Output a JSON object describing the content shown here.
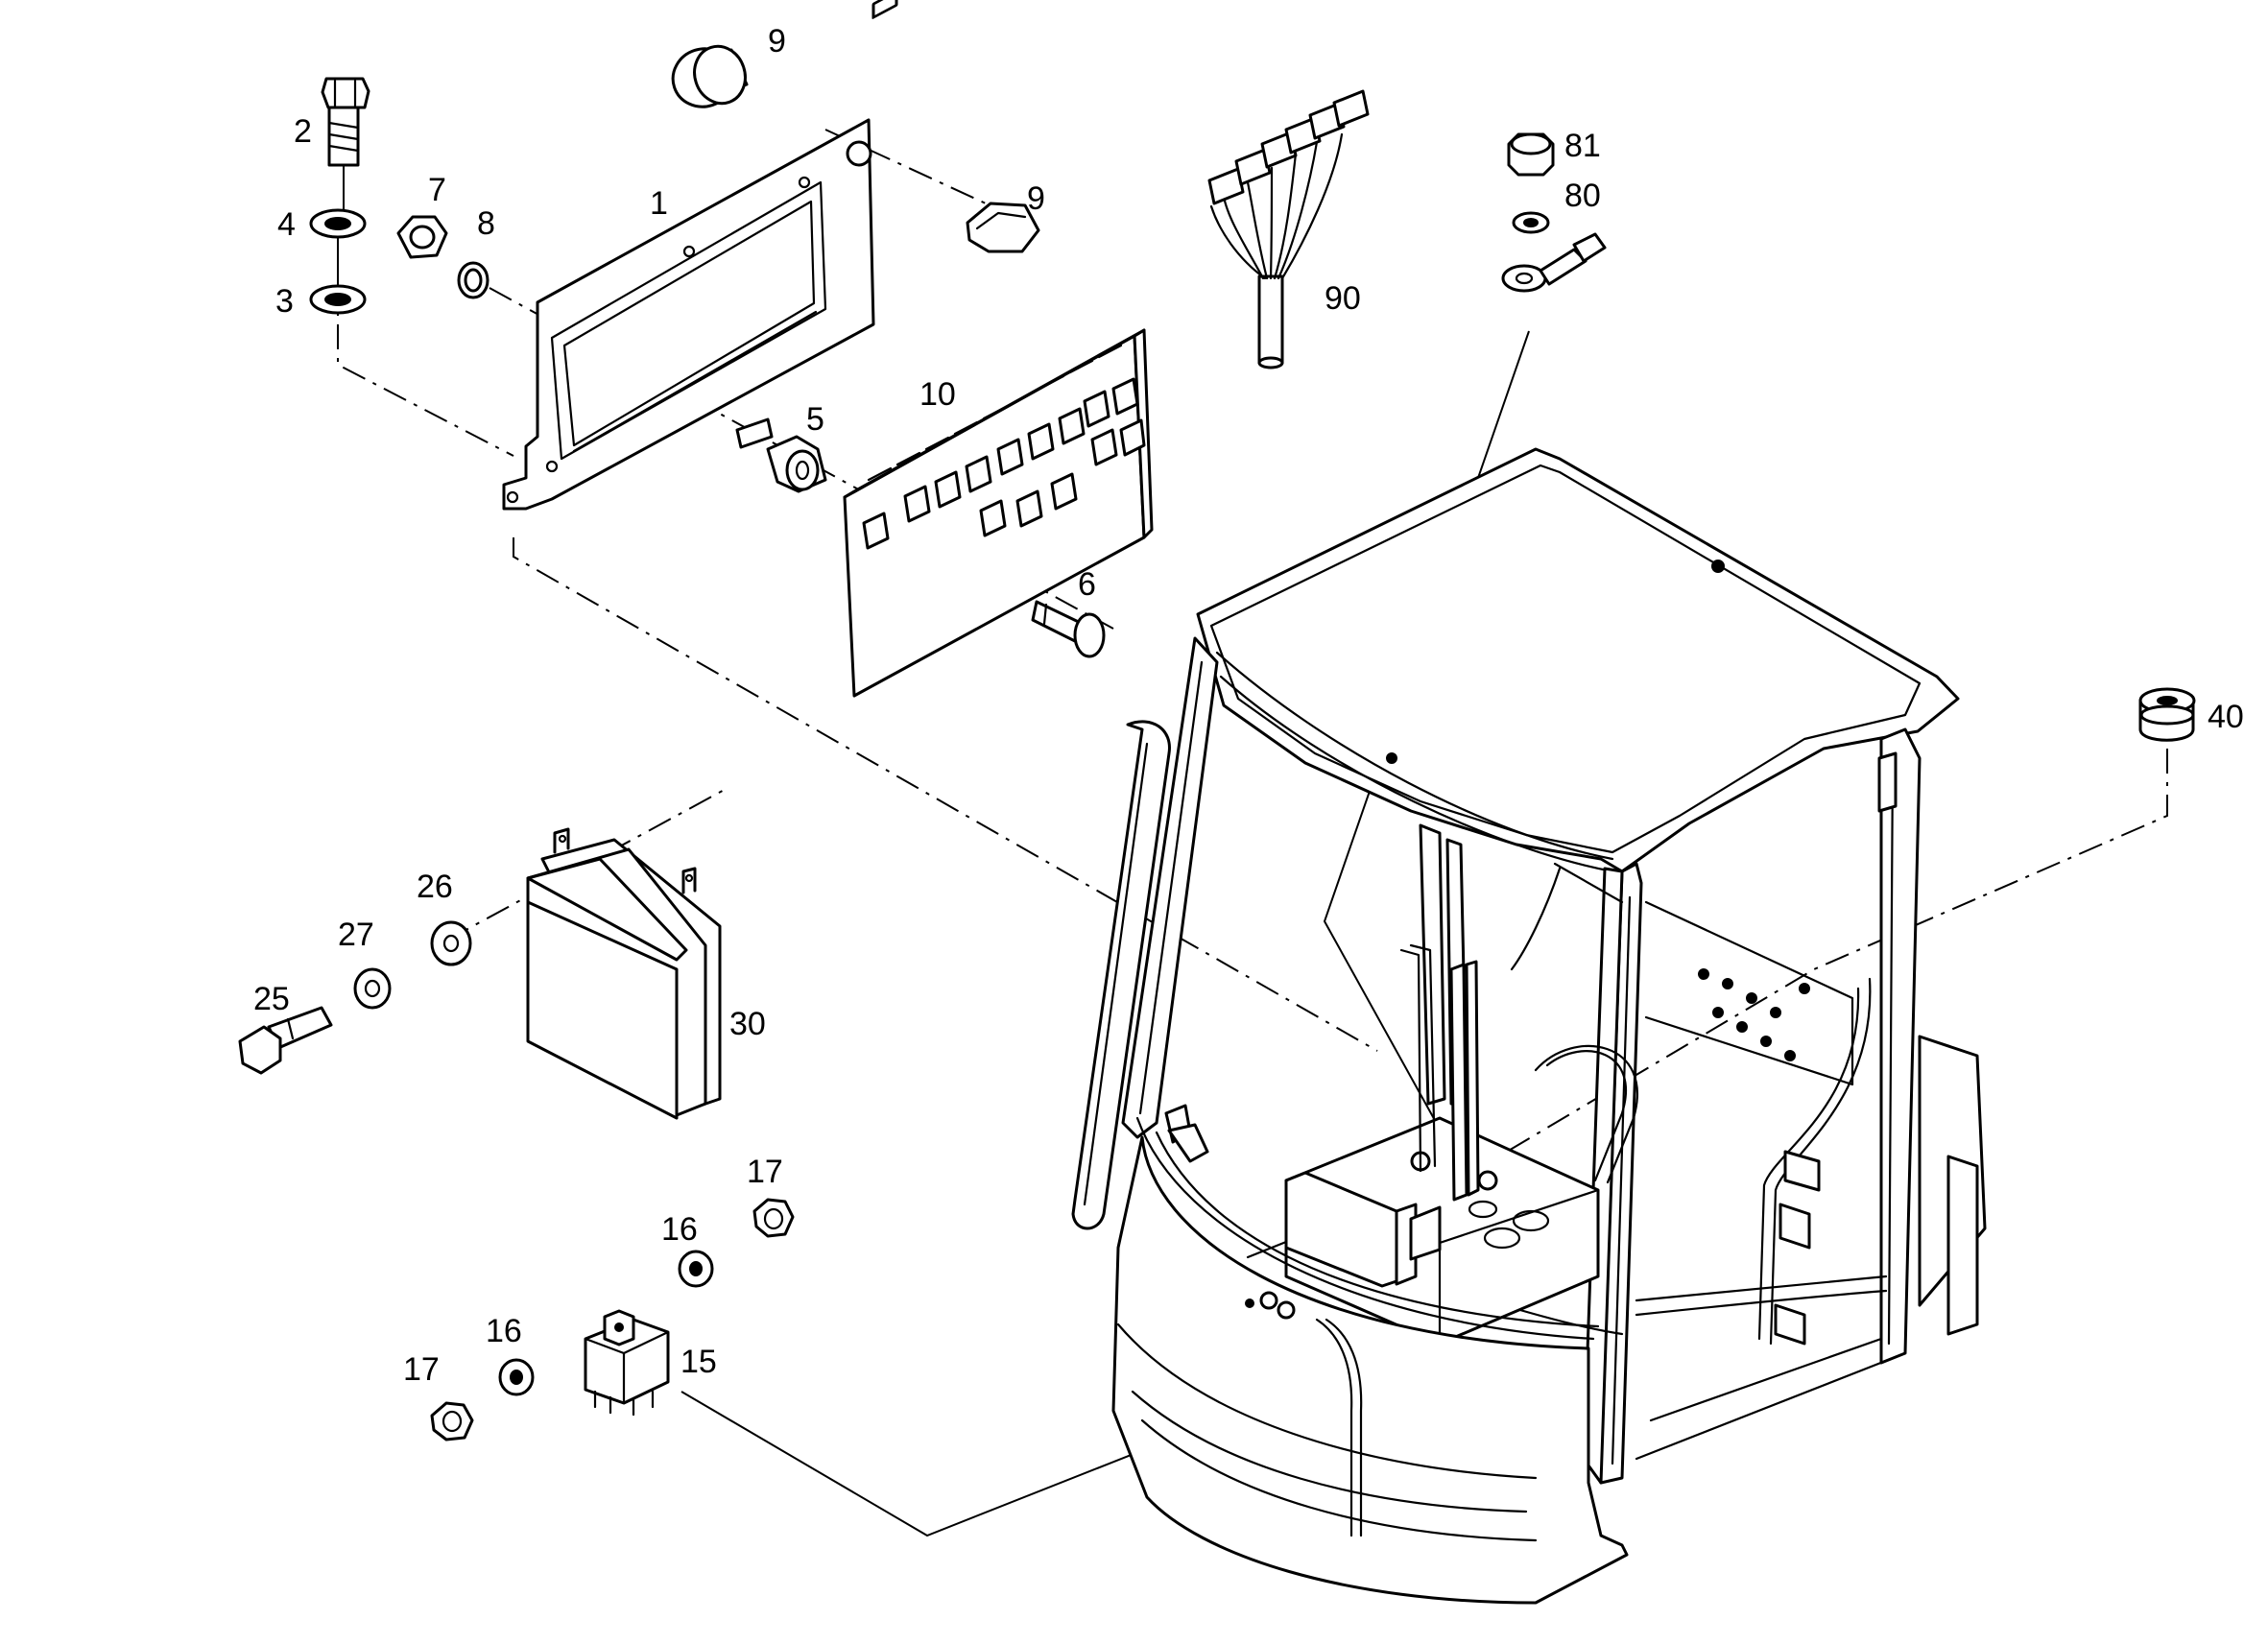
{
  "diagram": {
    "callouts": [
      {
        "id": "1",
        "text": "1",
        "part": "mounting-plate"
      },
      {
        "id": "2",
        "text": "2",
        "part": "hex-bolt"
      },
      {
        "id": "3",
        "text": "3",
        "part": "washer-lower"
      },
      {
        "id": "4",
        "text": "4",
        "part": "washer-upper"
      },
      {
        "id": "5",
        "text": "5",
        "part": "rubber-mount"
      },
      {
        "id": "6",
        "text": "6",
        "part": "screw"
      },
      {
        "id": "7",
        "text": "7",
        "part": "nut"
      },
      {
        "id": "8",
        "text": "8",
        "part": "grommet"
      },
      {
        "id": "9a",
        "text": "9",
        "part": "cap"
      },
      {
        "id": "9b",
        "text": "9",
        "part": "hex-cap-nut"
      },
      {
        "id": "10",
        "text": "10",
        "part": "relay-circuit-board"
      },
      {
        "id": "15",
        "text": "15",
        "part": "relay"
      },
      {
        "id": "16a",
        "text": "16",
        "part": "relay-washer-upper"
      },
      {
        "id": "16b",
        "text": "16",
        "part": "relay-washer-lower"
      },
      {
        "id": "17a",
        "text": "17",
        "part": "relay-nut-upper"
      },
      {
        "id": "17b",
        "text": "17",
        "part": "relay-nut-lower"
      },
      {
        "id": "25",
        "text": "25",
        "part": "control-unit-bolt"
      },
      {
        "id": "26",
        "text": "26",
        "part": "control-unit-washer"
      },
      {
        "id": "27",
        "text": "27",
        "part": "control-unit-lock-washer"
      },
      {
        "id": "30",
        "text": "30",
        "part": "control-unit"
      },
      {
        "id": "40",
        "text": "40",
        "part": "cab-grommet"
      },
      {
        "id": "80",
        "text": "80",
        "part": "ground-washer"
      },
      {
        "id": "81",
        "text": "81",
        "part": "ground-nut"
      },
      {
        "id": "90",
        "text": "90",
        "part": "wiring-harness"
      }
    ]
  }
}
